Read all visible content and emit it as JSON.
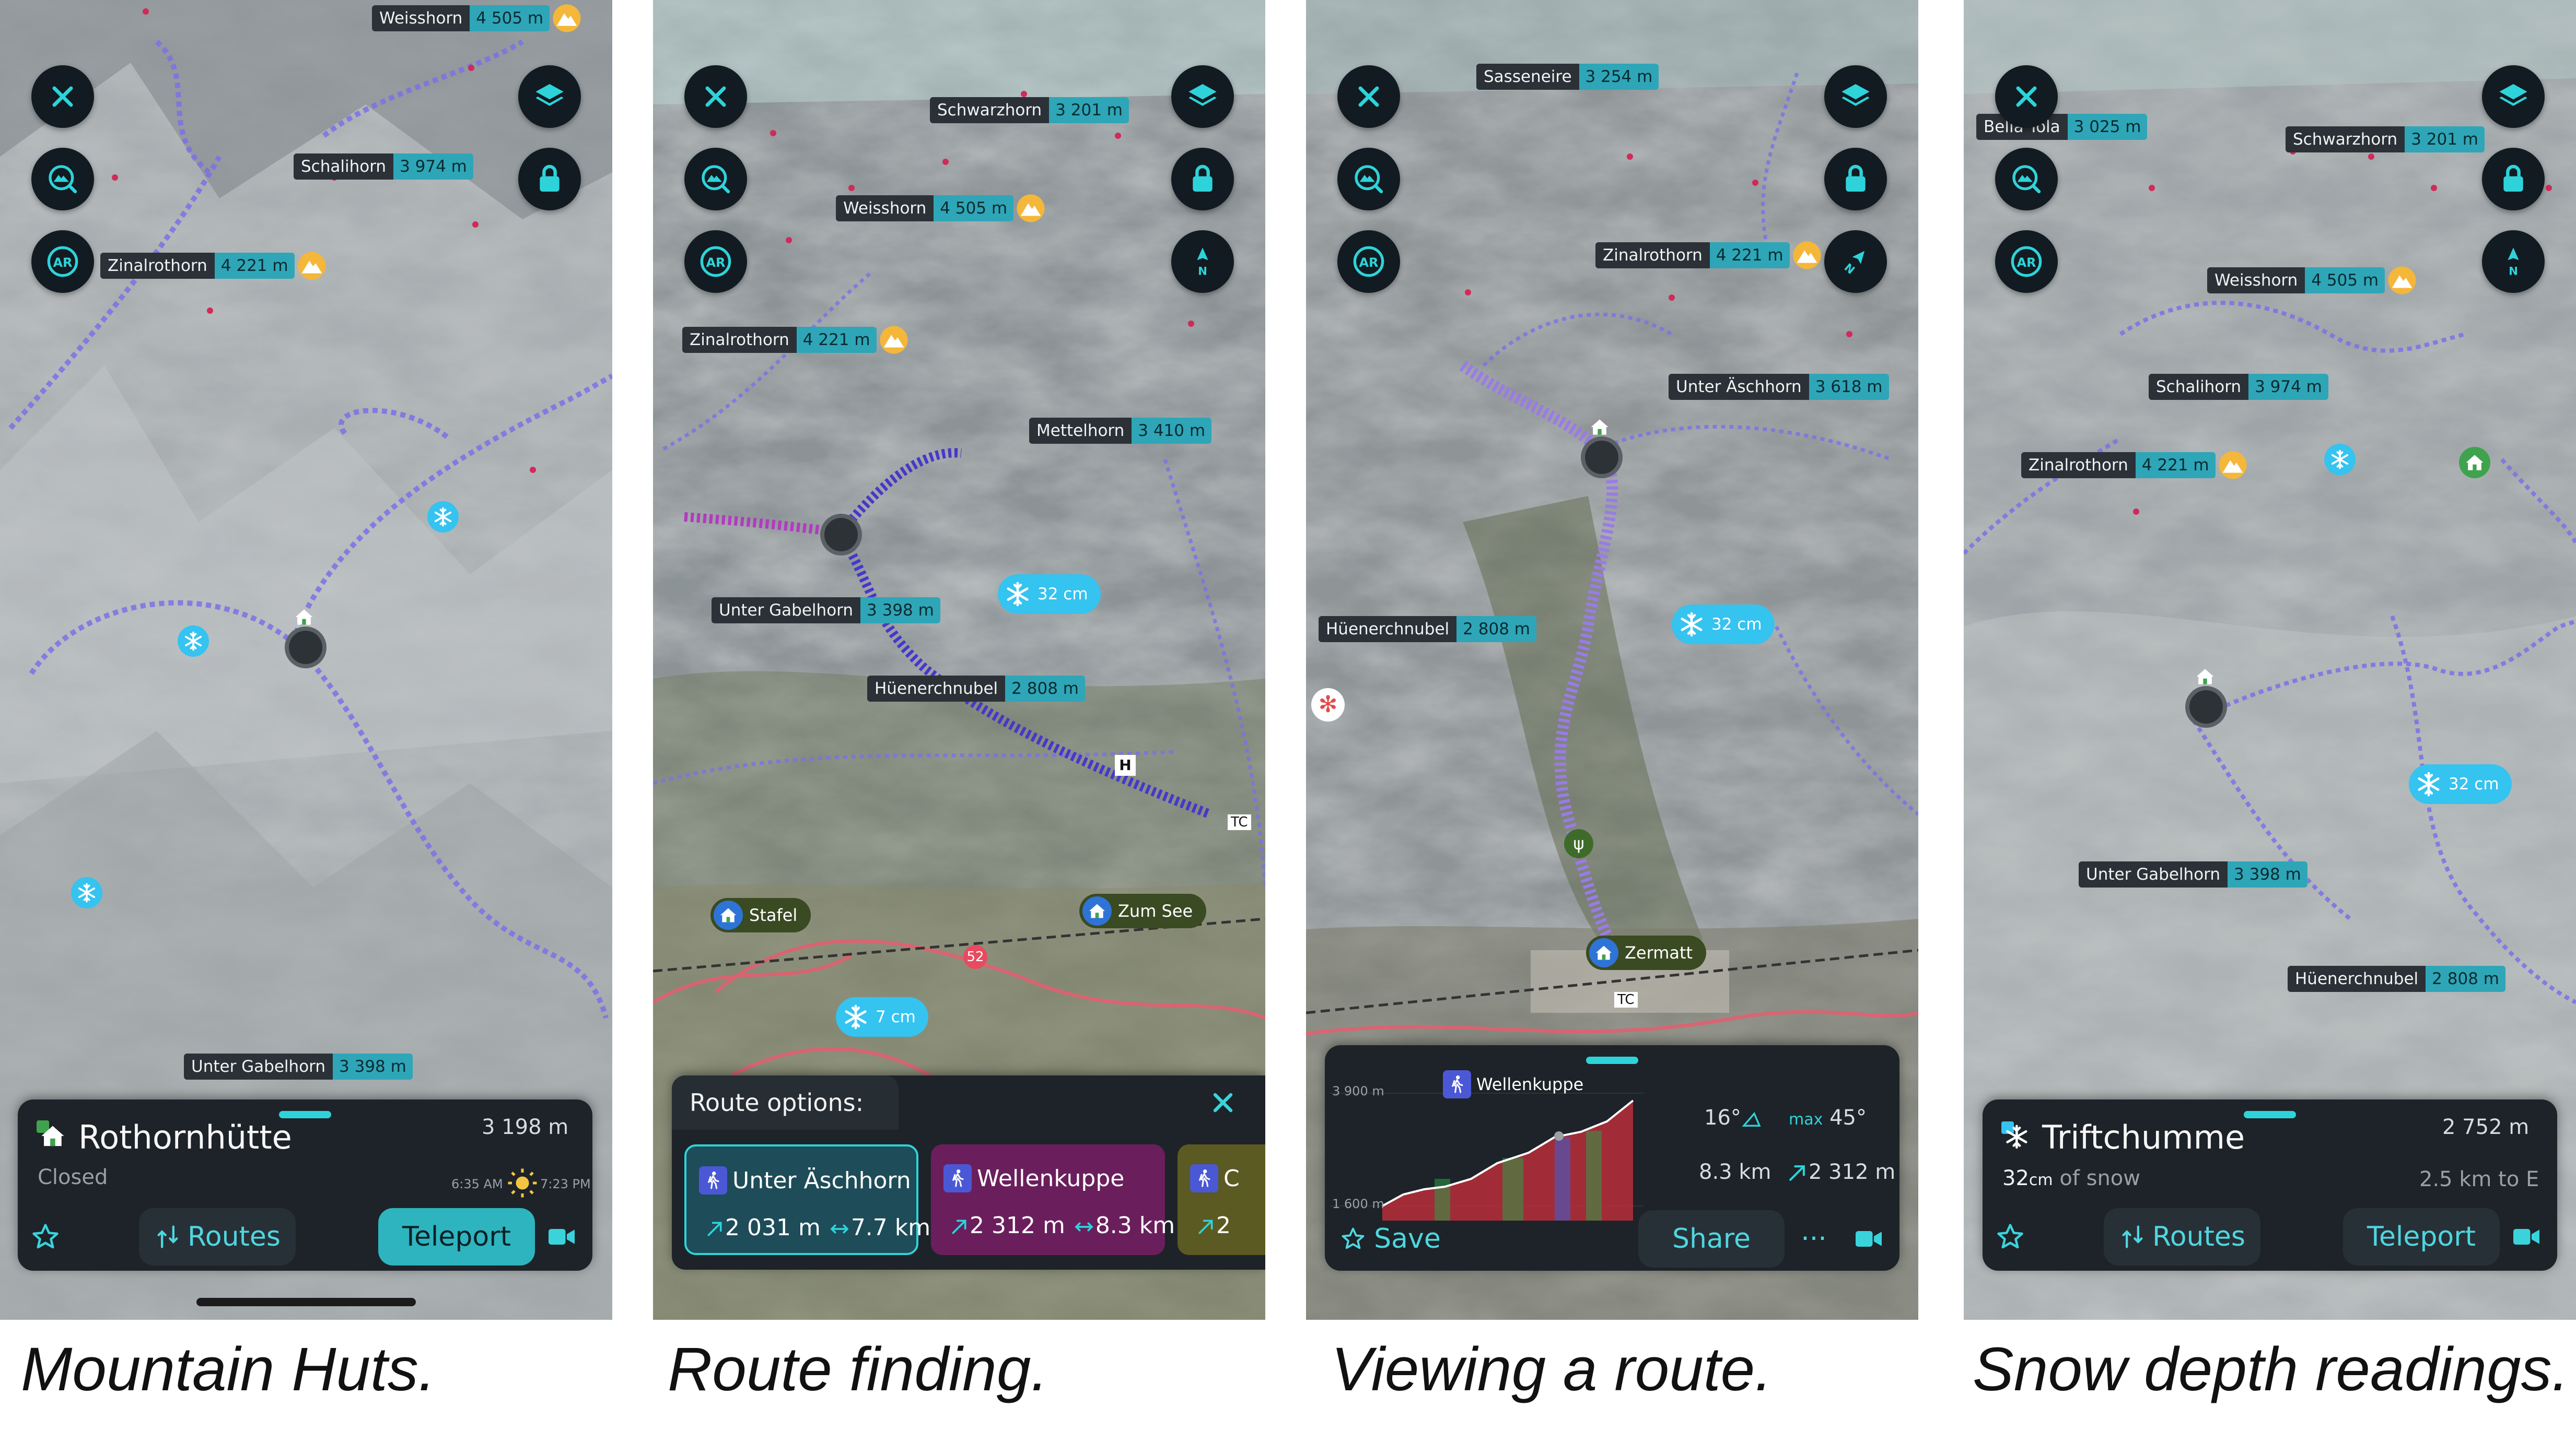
{
  "captions": [
    "Mountain Huts.",
    "Route finding.",
    "Viewing a route.",
    "Snow depth readings."
  ],
  "icons": [
    "close-icon",
    "peak-search-icon",
    "ar-icon",
    "layers-icon",
    "lock-icon",
    "compass-icon",
    "summit-icon",
    "snowflake-icon",
    "hut-icon",
    "star-icon",
    "routes-icon",
    "video-camera-icon",
    "hiker-icon",
    "ascent-icon",
    "distance-icon",
    "more-icon"
  ],
  "colors": {
    "accent": "#2ed3da",
    "sheet_bg": "#1d2328",
    "peak_label": "#2b3136",
    "peak_elev": "#2ea6b7",
    "snow_badge": "#35c3f0",
    "route_trail": "#7b71e6",
    "route_selected": "#4538c9",
    "route_magenta": "#b23ac1"
  },
  "panels": [
    {
      "id": "huts",
      "peaks": [
        {
          "name": "Weisshorn",
          "elev": "4 505 m",
          "summit": true
        },
        {
          "name": "Schalihorn",
          "elev": "3 974 m",
          "summit": false
        },
        {
          "name": "Zinalrothorn",
          "elev": "4 221 m",
          "summit": true
        },
        {
          "name": "Unter Gabelhorn",
          "elev": "3 398 m",
          "summit": false
        }
      ],
      "sheet": {
        "title": "Rothornhütte",
        "status": "Closed",
        "elevation": "3 198 m",
        "sunrise": "6:35 AM",
        "sunset": "7:23 PM",
        "routes_label": "Routes",
        "teleport_label": "Teleport"
      }
    },
    {
      "id": "route-finding",
      "peaks": [
        {
          "name": "Schwarzhorn",
          "elev": "3 201 m",
          "summit": false
        },
        {
          "name": "Weisshorn",
          "elev": "4 505 m",
          "summit": true
        },
        {
          "name": "Zinalrothorn",
          "elev": "4 221 m",
          "summit": true
        },
        {
          "name": "Mettelhorn",
          "elev": "3 410 m",
          "summit": false
        },
        {
          "name": "Unter Gabelhorn",
          "elev": "3 398 m",
          "summit": false
        },
        {
          "name": "Hüenerchnubel",
          "elev": "2 808 m",
          "summit": false
        }
      ],
      "snow": [
        "32 cm",
        "7 cm"
      ],
      "places": [
        "Stafel",
        "Zum See"
      ],
      "route_number": "52",
      "heli": "H",
      "station": "TC",
      "options": {
        "title": "Route options:",
        "items": [
          {
            "name": "Unter Äschhorn",
            "ascent": "2 031 m",
            "distance": "7.7 km"
          },
          {
            "name": "Wellenkuppe",
            "ascent": "2 312 m",
            "distance": "8.3 km"
          },
          {
            "name": "C",
            "ascent": "2",
            "distance": ""
          }
        ]
      }
    },
    {
      "id": "viewing-route",
      "peaks": [
        {
          "name": "Sasseneire",
          "elev": "3 254 m",
          "summit": false
        },
        {
          "name": "Zinalrothorn",
          "elev": "4 221 m",
          "summit": true
        },
        {
          "name": "Unter Äschhorn",
          "elev": "3 618 m",
          "summit": false
        },
        {
          "name": "Hüenerchnubel",
          "elev": "2 808 m",
          "summit": false
        }
      ],
      "snow": [
        "32 cm"
      ],
      "places": [
        "Zermatt"
      ],
      "station": "TC",
      "sheet": {
        "route_name": "Wellenkuppe",
        "elev_max_label": "3 900 m",
        "elev_min_label": "1 600 m",
        "slope_avg": "16°",
        "slope_max_label": "max",
        "slope_max": "45°",
        "distance": "8.3 km",
        "ascent": "2 312 m",
        "save_label": "Save",
        "share_label": "Share",
        "more_label": "···"
      }
    },
    {
      "id": "snow-depth",
      "peaks": [
        {
          "name": "Bella Tola",
          "elev": "3 025 m",
          "summit": false
        },
        {
          "name": "Schwarzhorn",
          "elev": "3 201 m",
          "summit": false
        },
        {
          "name": "Weisshorn",
          "elev": "4 505 m",
          "summit": true
        },
        {
          "name": "Schalihorn",
          "elev": "3 974 m",
          "summit": false
        },
        {
          "name": "Zinalrothorn",
          "elev": "4 221 m",
          "summit": true
        },
        {
          "name": "Unter Gabelhorn",
          "elev": "3 398 m",
          "summit": false
        },
        {
          "name": "Hüenerchnubel",
          "elev": "2 808 m",
          "summit": false
        }
      ],
      "snow": [
        "32 cm"
      ],
      "sheet": {
        "title": "Triftchumme",
        "depth": "32",
        "depth_unit": "cm",
        "depth_suffix": "of snow",
        "elevation": "2 752 m",
        "distance": "2.5 km to E",
        "routes_label": "Routes",
        "teleport_label": "Teleport"
      }
    }
  ]
}
